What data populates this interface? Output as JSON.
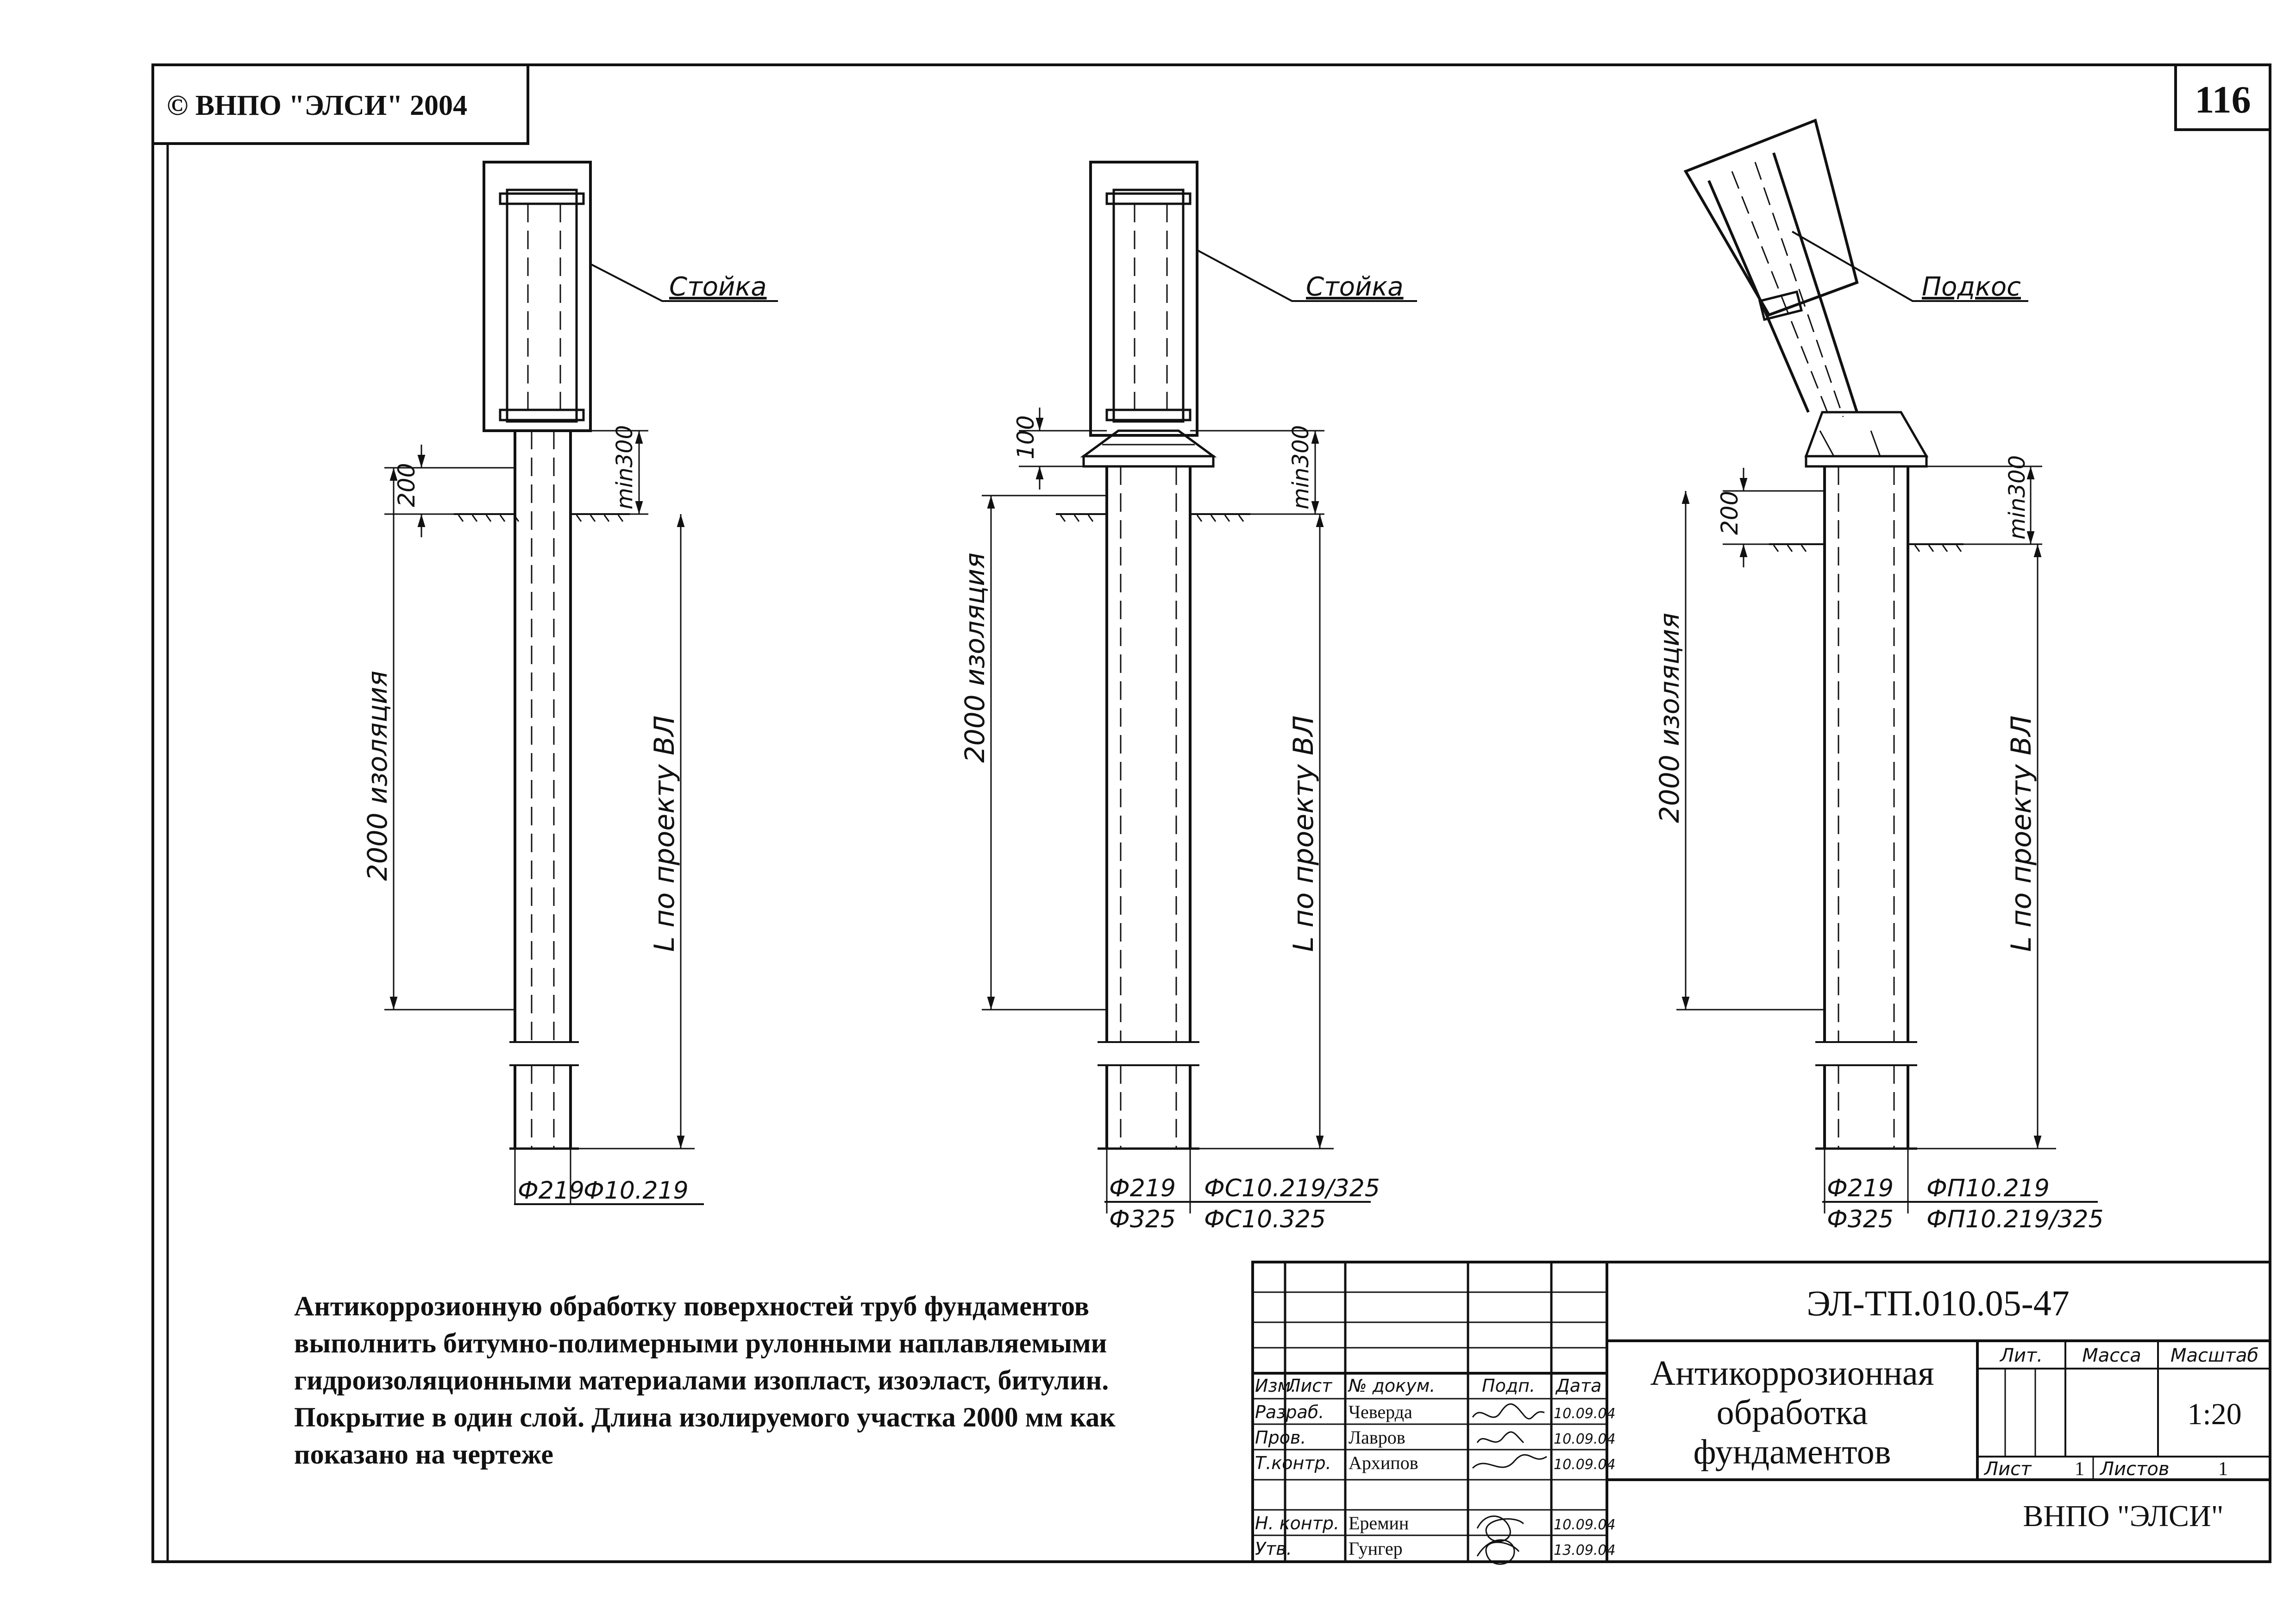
{
  "header": {
    "copyright": "© ВНПО \"ЭЛСИ\" 2004",
    "page_number": "116"
  },
  "figures": [
    {
      "leader_label": "Стойка",
      "dim_insul": "2000 изоляция",
      "dim_top": "200",
      "dim_min": "min300",
      "dim_length": "L по проекту ВЛ",
      "diam_1": "Ф219",
      "mark_1": "Ф10.219",
      "diam_2": "",
      "mark_2": ""
    },
    {
      "leader_label": "Стойка",
      "dim_insul": "2000 изоляция",
      "dim_top": "100",
      "dim_min": "min300",
      "dim_length": "L по проекту ВЛ",
      "diam_1": "Ф219",
      "mark_1": "ФС10.219/325",
      "diam_2": "Ф325",
      "mark_2": "ФС10.325"
    },
    {
      "leader_label": "Подкос",
      "dim_insul": "2000 изоляция",
      "dim_top": "200",
      "dim_min": "min300",
      "dim_length": "L по проекту ВЛ",
      "diam_1": "Ф219",
      "mark_1": "ФП10.219",
      "diam_2": "Ф325",
      "mark_2": "ФП10.219/325"
    }
  ],
  "note_lines": [
    "Антикоррозионную обработку поверхностей труб фундаментов",
    "выполнить битумно-полимерными рулонными наплавляемыми",
    "гидроизоляционными материалами изопласт, изоэласт, битулин.",
    "Покрытие в один слой. Длина изолируемого участка 2000 мм как",
    "показано на чертеже"
  ],
  "title_block": {
    "doc_code": "ЭЛ-ТП.010.05-47",
    "title_lines": [
      "Антикоррозионная",
      "обработка",
      "фундаментов"
    ],
    "col_headers": [
      "Изм.",
      "Лист",
      "№ докум.",
      "Подп.",
      "Дата"
    ],
    "rows": [
      {
        "role": "Разраб.",
        "name": "Чеверда",
        "date": "10.09.04"
      },
      {
        "role": "Пров.",
        "name": "Лавров",
        "date": "10.09.04"
      },
      {
        "role": "Т.контр.",
        "name": "Архипов",
        "date": "10.09.04"
      },
      {
        "role": "",
        "name": "",
        "date": ""
      },
      {
        "role": "Н. контр.",
        "name": "Еремин",
        "date": "10.09.04"
      },
      {
        "role": "Утв.",
        "name": "Гунгер",
        "date": "13.09.04"
      }
    ],
    "lit_label": "Лит.",
    "mass_label": "Масса",
    "scale_label": "Масштаб",
    "scale_value": "1:20",
    "sheet_label": "Лист",
    "sheet_value": "1",
    "sheets_label": "Листов",
    "sheets_value": "1",
    "organization": "ВНПО \"ЭЛСИ\""
  }
}
